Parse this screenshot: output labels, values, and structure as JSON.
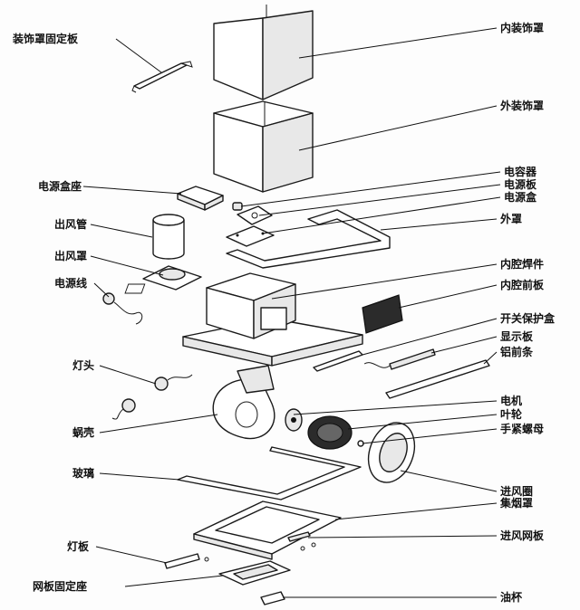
{
  "diagram": {
    "labels_left": [
      {
        "id": "decor-cover-bracket",
        "text": "装饰罩固定板"
      },
      {
        "id": "power-box-base",
        "text": "电源盒座"
      },
      {
        "id": "air-outlet-pipe",
        "text": "出风管"
      },
      {
        "id": "air-outlet-cover",
        "text": "出风罩"
      },
      {
        "id": "power-cord",
        "text": "电源线"
      },
      {
        "id": "lamp-holder",
        "text": "灯头"
      },
      {
        "id": "volute",
        "text": "蜗壳"
      },
      {
        "id": "glass",
        "text": "玻璃"
      },
      {
        "id": "lamp-panel",
        "text": "灯板"
      },
      {
        "id": "mesh-mount",
        "text": "网板固定座"
      }
    ],
    "labels_right": [
      {
        "id": "inner-decor-cover",
        "text": "内装饰罩"
      },
      {
        "id": "outer-decor-cover",
        "text": "外装饰罩"
      },
      {
        "id": "capacitor",
        "text": "电容器"
      },
      {
        "id": "power-board",
        "text": "电源板"
      },
      {
        "id": "power-box",
        "text": "电源盒"
      },
      {
        "id": "outer-cover",
        "text": "外罩"
      },
      {
        "id": "inner-cavity-weldment",
        "text": "内腔焊件"
      },
      {
        "id": "inner-cavity-front-panel",
        "text": "内腔前板"
      },
      {
        "id": "switch-protect-box",
        "text": "开关保护盒"
      },
      {
        "id": "display-board",
        "text": "显示板"
      },
      {
        "id": "aluminum-front-strip",
        "text": "铝前条"
      },
      {
        "id": "motor",
        "text": "电机"
      },
      {
        "id": "impeller",
        "text": "叶轮"
      },
      {
        "id": "hand-nut",
        "text": "手紧螺母"
      },
      {
        "id": "air-inlet-ring",
        "text": "进风圈"
      },
      {
        "id": "smoke-collector",
        "text": "集烟罩"
      },
      {
        "id": "inlet-mesh",
        "text": "进风网板"
      },
      {
        "id": "oil-cup",
        "text": "油杯"
      }
    ]
  }
}
